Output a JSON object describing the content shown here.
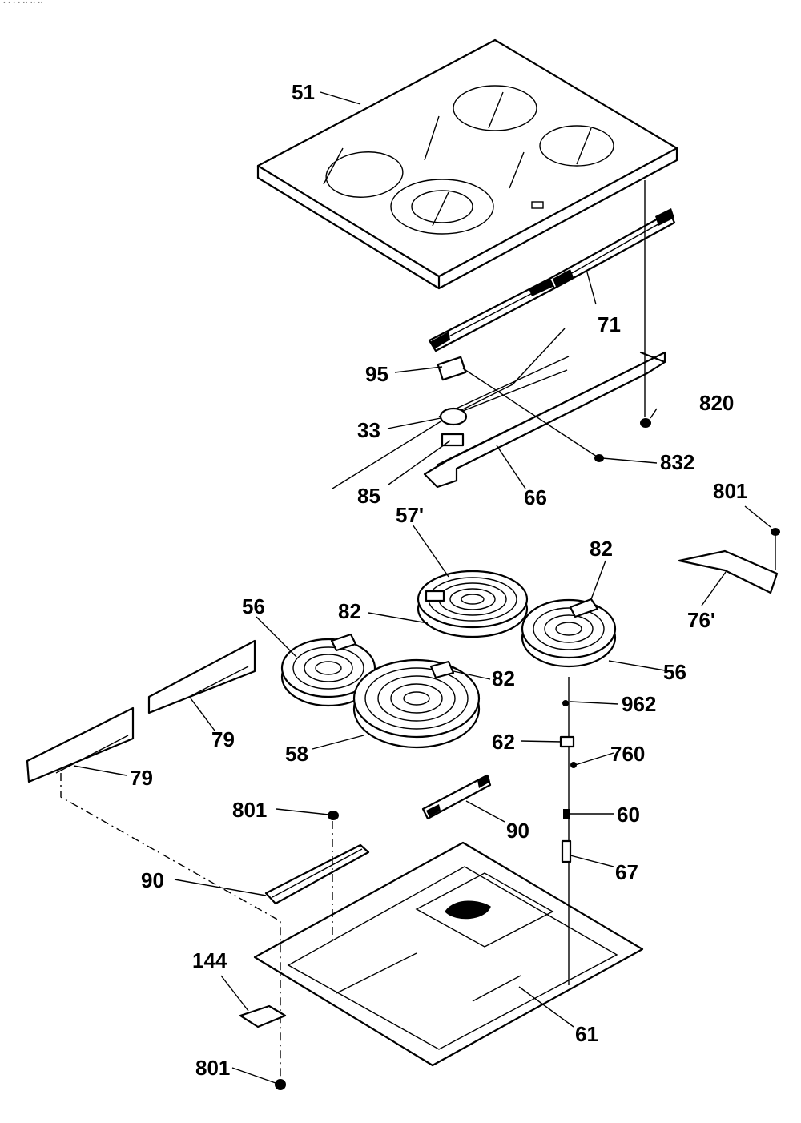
{
  "header": {
    "fragment": "· · · · ·· ·· ··"
  },
  "labels": [
    {
      "id": "51",
      "text": "51"
    },
    {
      "id": "71",
      "text": "71"
    },
    {
      "id": "95",
      "text": "95"
    },
    {
      "id": "820",
      "text": "820"
    },
    {
      "id": "33",
      "text": "33"
    },
    {
      "id": "832",
      "text": "832"
    },
    {
      "id": "85",
      "text": "85"
    },
    {
      "id": "66",
      "text": "66"
    },
    {
      "id": "801a",
      "text": "801"
    },
    {
      "id": "57",
      "text": "57'"
    },
    {
      "id": "82a",
      "text": "82"
    },
    {
      "id": "82b",
      "text": "82"
    },
    {
      "id": "76",
      "text": "76'"
    },
    {
      "id": "56a",
      "text": "56"
    },
    {
      "id": "56b",
      "text": "56"
    },
    {
      "id": "82c",
      "text": "82"
    },
    {
      "id": "962",
      "text": "962"
    },
    {
      "id": "79a",
      "text": "79"
    },
    {
      "id": "58",
      "text": "58"
    },
    {
      "id": "62",
      "text": "62"
    },
    {
      "id": "760",
      "text": "760"
    },
    {
      "id": "79b",
      "text": "79"
    },
    {
      "id": "801b",
      "text": "801"
    },
    {
      "id": "60",
      "text": "60"
    },
    {
      "id": "90a",
      "text": "90"
    },
    {
      "id": "90b",
      "text": "90"
    },
    {
      "id": "67",
      "text": "67"
    },
    {
      "id": "144",
      "text": "144"
    },
    {
      "id": "61",
      "text": "61"
    },
    {
      "id": "801c",
      "text": "801"
    }
  ]
}
